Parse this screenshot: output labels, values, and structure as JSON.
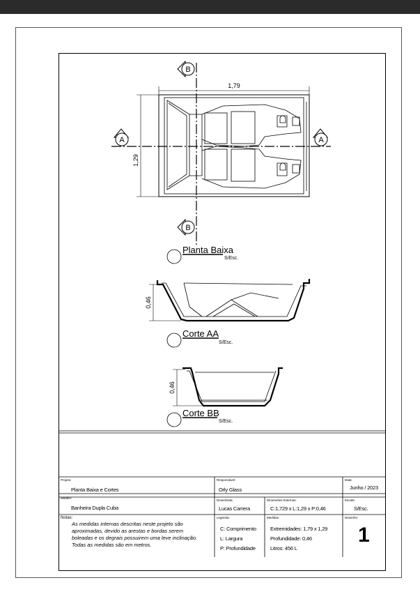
{
  "views": {
    "plan": {
      "title": "Planta Baixa",
      "scale": "S/Esc.",
      "dim_width": "1,79",
      "dim_height": "1,29",
      "section_a": "A",
      "section_b": "B"
    },
    "cut_aa": {
      "title": "Corte AA",
      "scale": "S/Esc.",
      "dim_height": "0,46"
    },
    "cut_bb": {
      "title": "Corte BB",
      "scale": "S/Esc.",
      "dim_height": "0,46"
    }
  },
  "title_block": {
    "projeto_label": "Projeto:",
    "projeto": "Planta Baixa e Cortes",
    "responsavel_label": "Responsável:",
    "responsavel": "Orly Glass",
    "data_label": "Data:",
    "data": "Junho / 2023",
    "modelo_label": "Modelo:",
    "modelo": "Banheira Dupla Cuba",
    "desenhista_label": "Desenhista:",
    "desenhista": "Lucas Carrera",
    "dimensoes_label": "Dimensões Externas:",
    "dimensoes": "C:1,729 x L:1,29 x P:0,46",
    "escala_label": "Escala:",
    "escala": "S/Esc.",
    "notas_label": "Notas:",
    "notas": [
      "As medidas internas descritas neste projeto são",
      "aproximadas, devido as arestas e bordas serem",
      "boleadas e os degrais possuirem uma leve inclinação.",
      "Todas as medidas são em metros."
    ],
    "legenda_label": "Legenda:",
    "legenda": [
      "C: Comprimento",
      "L: Largura",
      "P: Profundidade"
    ],
    "medidas_label": "Medidas:",
    "medidas": [
      "Extremidades: 1,79 x 1,29",
      "Profundidade: 0,46",
      "Litros: 456 L"
    ],
    "desenho_label": "Desenho:",
    "desenho": "1"
  }
}
